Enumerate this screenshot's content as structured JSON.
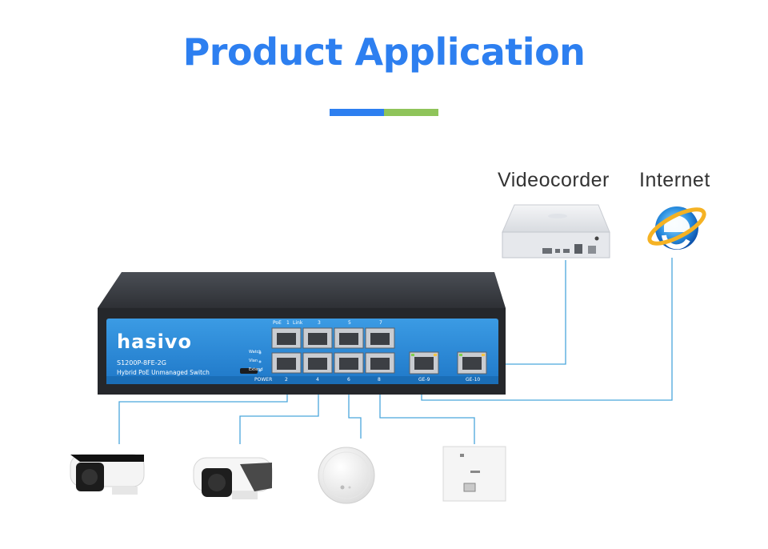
{
  "title": "Product Application",
  "colors": {
    "title": "#2d7ff0",
    "accent_blue": "#2d7ff0",
    "accent_green": "#8fc45a",
    "line": "#4aa6dc",
    "switch_body": "#3a3d42",
    "switch_panel": "#2b8ad6"
  },
  "labels": {
    "videocorder": "Videocorder",
    "internet": "Internet"
  },
  "switch": {
    "brand": "hasivo",
    "model": "S1200P-8FE-2G",
    "description": "Hybrid PoE Unmanaged Switch",
    "top_port_labels": [
      "PoE",
      "1",
      "Link",
      "3",
      "5",
      "7"
    ],
    "bottom_port_labels": [
      "2",
      "4",
      "6",
      "8",
      "GE-9",
      "GE-10"
    ],
    "power_label": "POWER",
    "mode_labels": [
      "Watch",
      "Vlan",
      "Extend"
    ]
  },
  "devices": [
    {
      "type": "bullet-camera",
      "icon": "bullet-camera-icon"
    },
    {
      "type": "bullet-camera",
      "icon": "bullet-camera-icon"
    },
    {
      "type": "ceiling-access-point",
      "icon": "ceiling-ap-icon"
    },
    {
      "type": "wall-access-point",
      "icon": "wall-ap-icon"
    },
    {
      "type": "videocorder",
      "icon": "nvr-icon"
    },
    {
      "type": "internet",
      "icon": "internet-explorer-icon"
    }
  ]
}
